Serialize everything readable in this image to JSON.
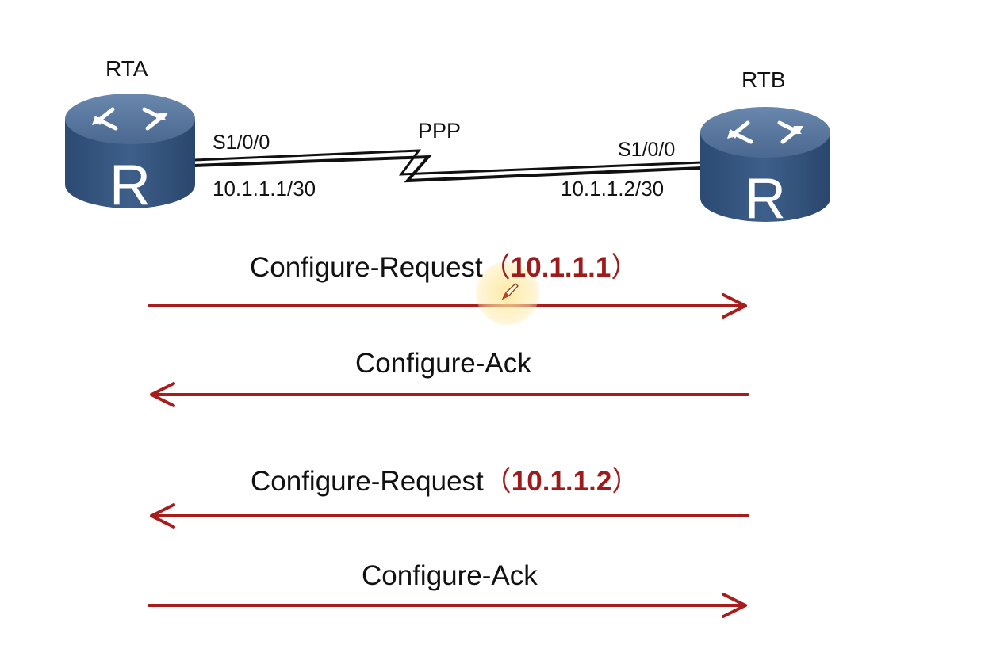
{
  "routers": {
    "left": {
      "name": "RTA",
      "port": "S1/0/0",
      "ip": "10.1.1.1/30",
      "icon_letter": "R"
    },
    "right": {
      "name": "RTB",
      "port": "S1/0/0",
      "ip": "10.1.1.2/30",
      "icon_letter": "R"
    }
  },
  "link": {
    "type": "PPP"
  },
  "messages": [
    {
      "text": "Configure-Request",
      "open": "（",
      "ip": "10.1.1.1",
      "close": "）",
      "direction": "right"
    },
    {
      "text": "Configure-Ack",
      "direction": "left"
    },
    {
      "text": "Configure-Request",
      "open": "（",
      "ip": "10.1.1.2",
      "close": "）",
      "direction": "left"
    },
    {
      "text": "Configure-Ack",
      "direction": "right"
    }
  ],
  "colors": {
    "arrow": "#a81c1c",
    "router_top": "#4b6a91",
    "router_side": "#2f4f78",
    "router_symbol": "#ffffff",
    "highlight": "#9e1b1b"
  },
  "icons": [
    "router-icon",
    "serial-link-lightning",
    "cursor-pen-icon"
  ]
}
